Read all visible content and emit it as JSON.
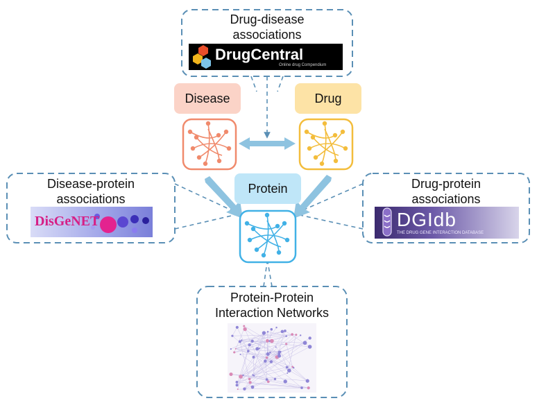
{
  "boxes": {
    "drug_disease": {
      "title_line1": "Drug-disease",
      "title_line2": "associations"
    },
    "disease_protein": {
      "title_line1": "Disease-protein",
      "title_line2": "associations"
    },
    "drug_protein": {
      "title_line1": "Drug-protein",
      "title_line2": "associations"
    },
    "ppi": {
      "title_line1": "Protein-Protein",
      "title_line2": "Interaction Networks"
    }
  },
  "nodes": {
    "disease": {
      "label": "Disease",
      "color": "#f08a6c",
      "fill": "#fbd3c7"
    },
    "drug": {
      "label": "Drug",
      "color": "#f3bd3c",
      "fill": "#fde3a6"
    },
    "protein": {
      "label": "Protein",
      "color": "#41b1e6",
      "fill": "#bfe6f8"
    }
  },
  "logos": {
    "drugcentral": {
      "name": "DrugCentral",
      "tagline": "Online drug Compendium"
    },
    "disgenet": {
      "name": "DisGeNET"
    },
    "dgidb": {
      "name": "DGIdb",
      "tagline": "THE DRUG GENE INTERACTION DATABASE"
    }
  },
  "colors": {
    "dashed_border": "#5a8fb5",
    "arrow": "#8ec3e0"
  }
}
